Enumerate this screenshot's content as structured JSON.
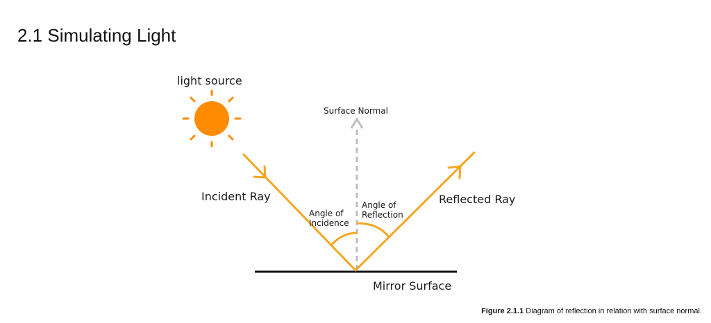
{
  "heading": "2.1 Simulating Light",
  "diagram": {
    "light_source_label": "light source",
    "surface_normal_label": "Surface Normal",
    "incident_ray_label": "Incident Ray",
    "reflected_ray_label": "Reflected Ray",
    "angle_incidence_line1": "Angle of",
    "angle_incidence_line2": "Incidence",
    "angle_reflection_line1": "Angle of",
    "angle_reflection_line2": "Reflection",
    "mirror_surface_label": "Mirror Surface",
    "colors": {
      "ray": "#f5a623",
      "sun": "#ff8c00",
      "normal": "#bdbdbd",
      "mirror": "#111111"
    }
  },
  "caption": {
    "number": "Figure 2.1.1",
    "text": "Diagram of reflection in relation with surface normal."
  }
}
